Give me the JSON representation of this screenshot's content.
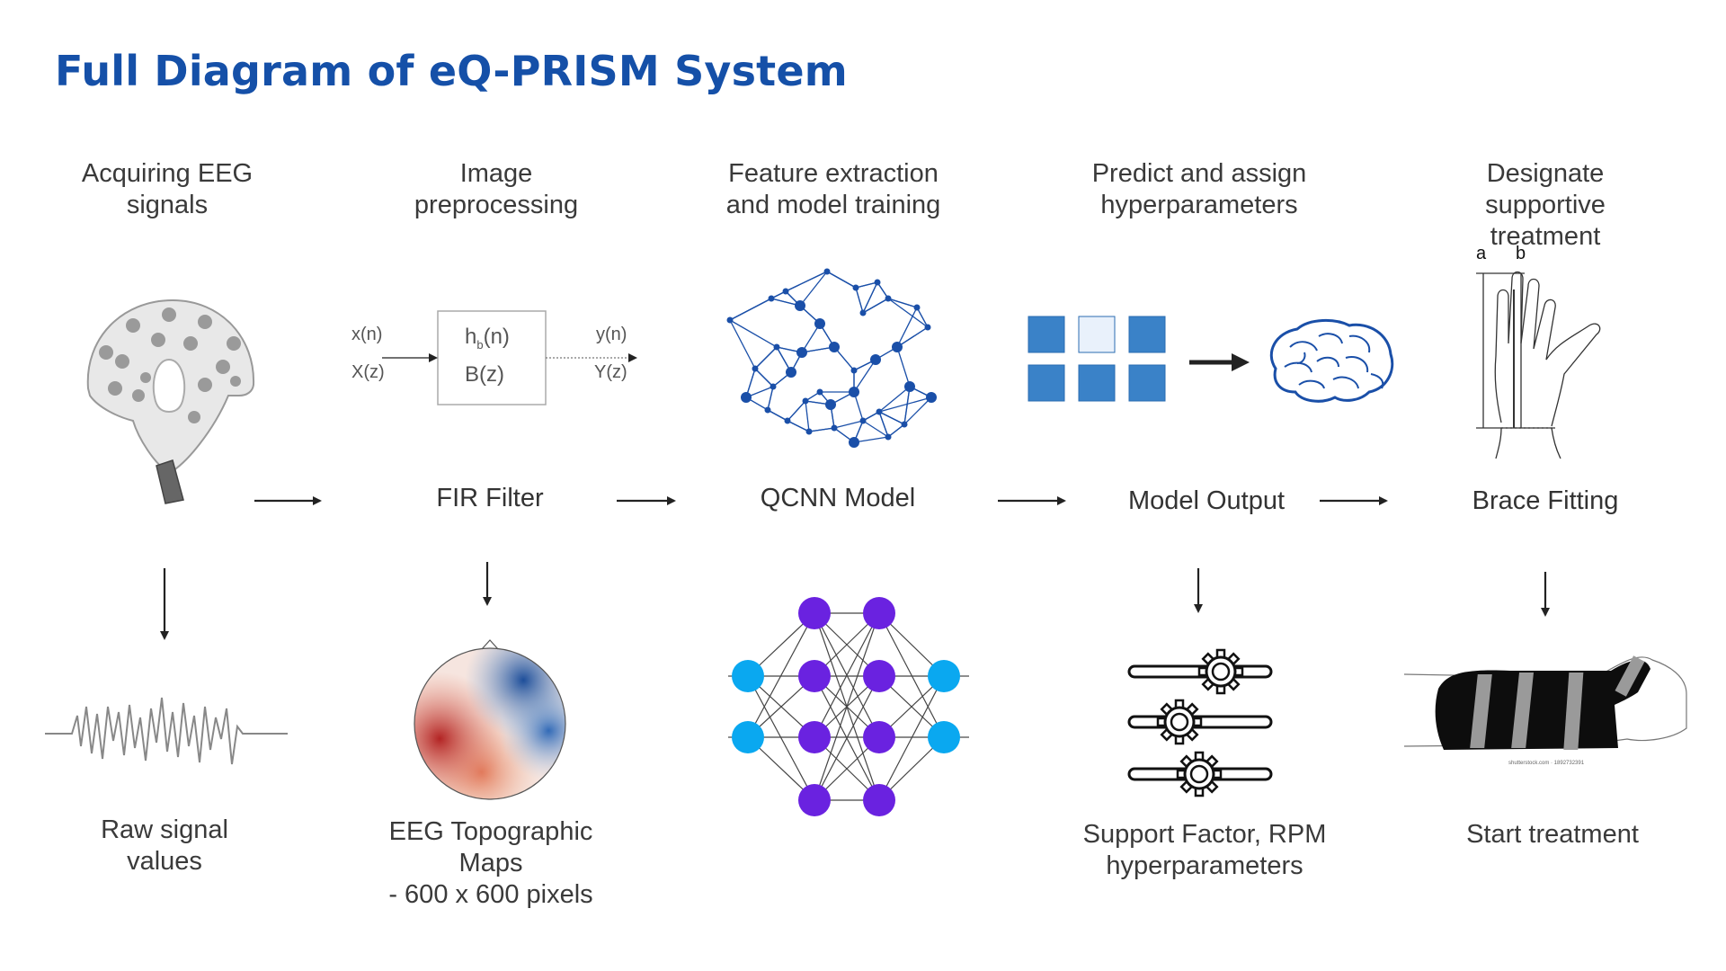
{
  "title": "Full Diagram of eQ-PRISM System",
  "stages": [
    {
      "header": "Acquiring EEG\nsignals",
      "output": "Raw signal\nvalues",
      "icon": "eeg-cap-icon"
    },
    {
      "header": "Image\npreprocessing",
      "middle": "FIR Filter",
      "output": "EEG Topographic\nMaps\n- 600 x 600 pixels",
      "icon": "fir-filter-block"
    },
    {
      "header": "Feature extraction\nand model training",
      "middle": "QCNN Model",
      "icon": "network-graph-icon"
    },
    {
      "header": "Predict and assign\nhyperparameters",
      "middle": "Model Output",
      "output": "Support Factor, RPM\nhyperparameters",
      "icon": "brain-icon"
    },
    {
      "header": "Designate supportive\ntreatment",
      "middle": "Brace Fitting",
      "output": "Start treatment",
      "icon": "hand-measure-icon"
    }
  ],
  "fir": {
    "x_n": "x(n)",
    "x_z": "X(z)",
    "h_main": "h",
    "h_sub": "b",
    "h_tail": "(n)",
    "b_z": "B(z)",
    "y_n": "y(n)",
    "y_z": "Y(z)"
  },
  "hand_labels": {
    "a": "a",
    "b": "b"
  },
  "brace_caption": "shutterstock.com · 1892732391",
  "colors": {
    "title": "#1550a8",
    "network": "#1a4fa8",
    "squares": "#3a82c8",
    "nn_inner": "#6a22e0",
    "nn_outer": "#0aa8f0"
  }
}
